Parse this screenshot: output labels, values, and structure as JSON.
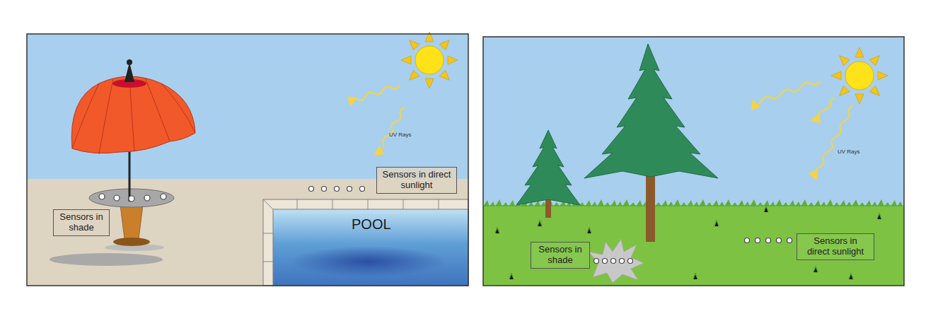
{
  "diagram": {
    "nodes": [
      {
        "text": [
          "Sensors in shade"
        ]
      },
      {
        "text": [
          "Sensors in direct sunlight"
        ]
      },
      {
        "text": [
          "Sensors in shade"
        ]
      },
      {
        "text": [
          "Sensors in direct sunlight"
        ]
      }
    ],
    "labels": [
      "UV Rays",
      "POOL",
      "UV Rays"
    ]
  }
}
